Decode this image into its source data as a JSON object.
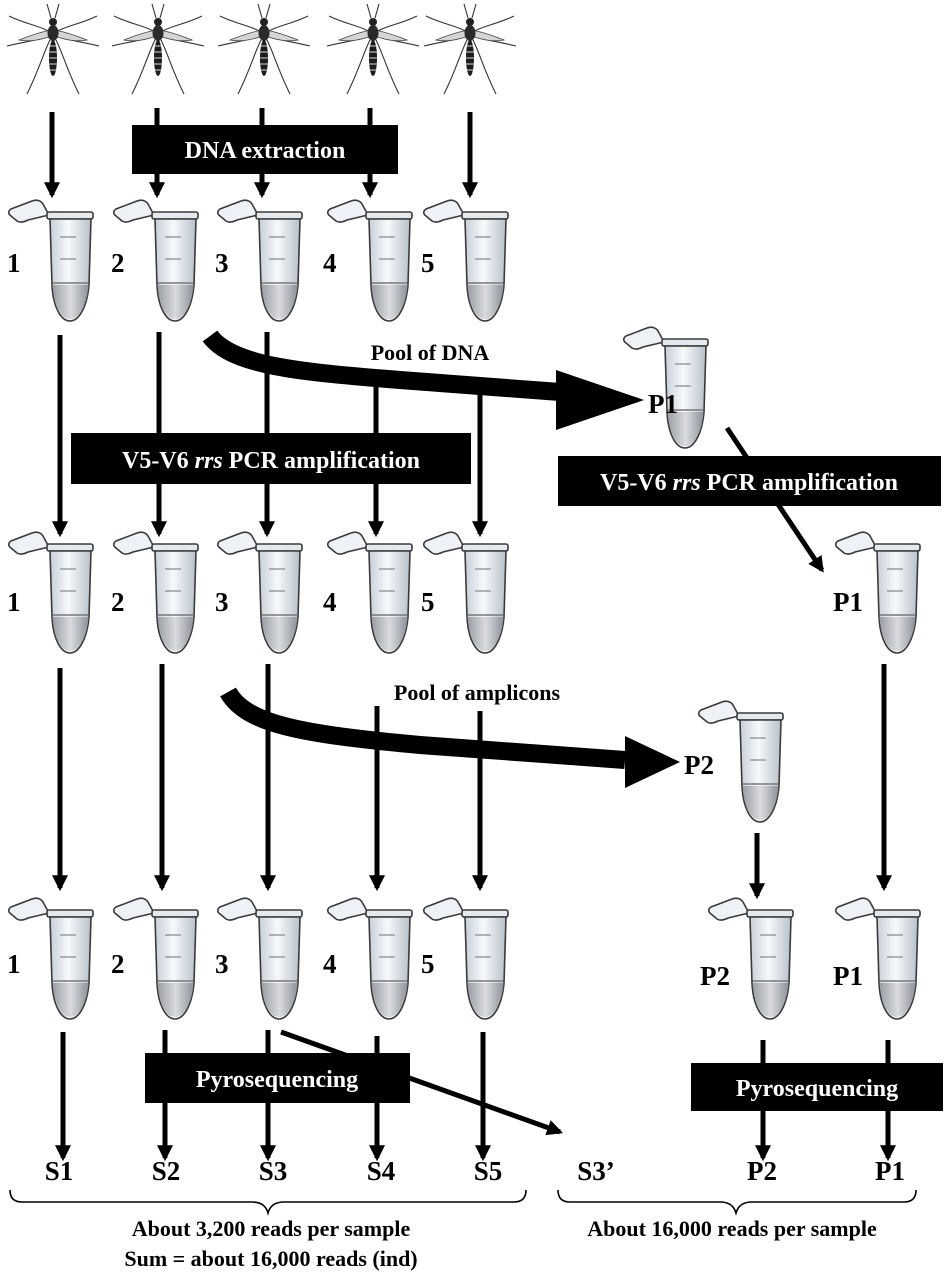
{
  "steps": {
    "dna_extraction": "DNA extraction",
    "pcr_main": {
      "prefix": "V5-V6 ",
      "gene": "rrs",
      "suffix": " PCR amplification"
    },
    "pcr_pool": {
      "prefix": "V5-V6 ",
      "gene": "rrs",
      "suffix": " PCR amplification"
    },
    "pyro_main": "Pyrosequencing",
    "pyro_pool": "Pyrosequencing"
  },
  "pool_labels": {
    "dna": "Pool of DNA",
    "amplicons": "Pool of amplicons"
  },
  "sample_numbers": [
    "1",
    "2",
    "3",
    "4",
    "5"
  ],
  "pool_tubes": {
    "p1": "P1",
    "p2": "P2"
  },
  "sequence_labels": [
    "S1",
    "S2",
    "S3",
    "S4",
    "S5",
    "S3’",
    "P2",
    "P1"
  ],
  "summary": {
    "left_line1": "About 3,200 reads per sample",
    "left_line2": "Sum = about 16,000 reads (ind)",
    "right": "About 16,000 reads per sample"
  }
}
